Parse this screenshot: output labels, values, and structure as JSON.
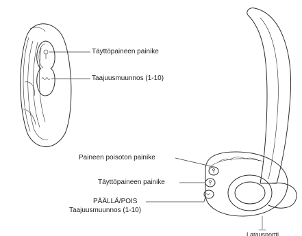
{
  "labels": {
    "remote_inflate_button": "Täyttöpaineen painike",
    "remote_frequency": "Taajuusmuunnos (1-10)",
    "pressure_release_button": "Paineen poisoton painike",
    "device_inflate_button": "Täyttöpaineen painike",
    "power_onoff": "PÄÄLLÄ/POIS",
    "device_frequency": "Taajuusmuunnos (1-10)",
    "bottom_cut_label": "Latausportti"
  },
  "icons": {
    "remote_button_top": "keyhole-icon",
    "remote_button_bottom": "wave-icon",
    "device_button_1": "keyhole-icon",
    "device_button_2": "keyhole-icon",
    "device_button_3": "power-wave-icon"
  },
  "colors": {
    "ink": "#2b2b2b",
    "text": "#1a1a1a",
    "background": "#ffffff"
  }
}
